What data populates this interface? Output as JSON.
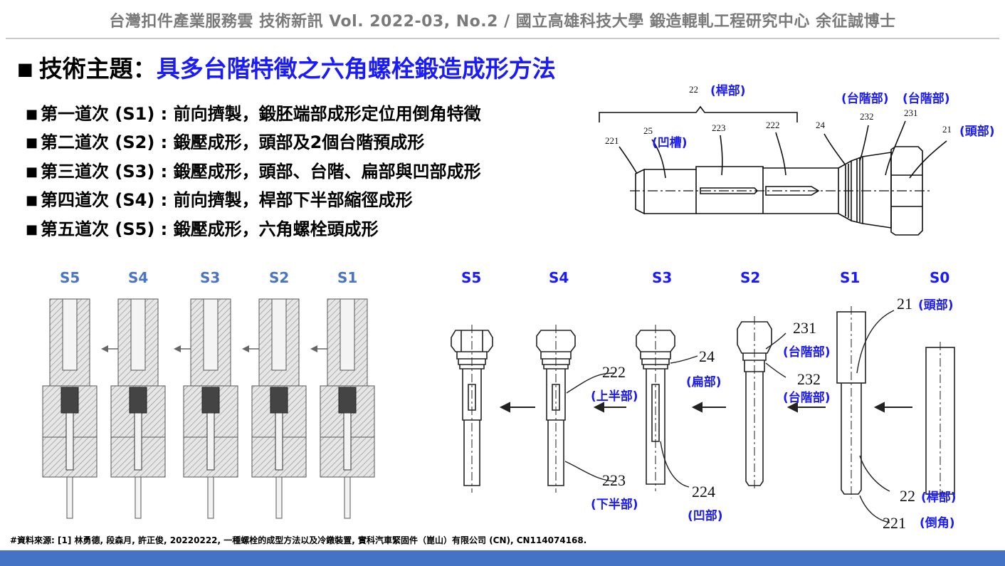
{
  "header": {
    "text": "台灣扣件產業服務雲 技術新訊 Vol. 2022-03, No.2  /  國立高雄科技大學  鍛造輥軋工程研究中心  余征誠博士"
  },
  "topic": {
    "bullet": "■",
    "prefix": "技術主題：",
    "title": "具多台階特徵之六角螺栓鍛造成形方法"
  },
  "steps": [
    {
      "bullet": "■",
      "text": "第一道次 (S1) : 前向擠製，鍛胚端部成形定位用倒角特徵"
    },
    {
      "bullet": "■",
      "text": "第二道次 (S2) : 鍛壓成形，頭部及2個台階預成形"
    },
    {
      "bullet": "■",
      "text": "第三道次 (S3) : 鍛壓成形，頭部、台階、扁部與凹部成形"
    },
    {
      "bullet": "■",
      "text": "第四道次 (S4) : 前向擠製，桿部下半部縮徑成形"
    },
    {
      "bullet": "■",
      "text": "第五道次 (S5) : 鍛壓成形，六角螺栓頭成形"
    }
  ],
  "bolt_diagram": {
    "labels_blue": {
      "shank": "(桿部)",
      "step1": "(台階部)",
      "step2": "(台階部)",
      "groove": "(凹槽)",
      "head": "(頭部)"
    },
    "numbers": {
      "n22": "22",
      "n221": "221",
      "n25": "25",
      "n223": "223",
      "n222": "222",
      "n24": "24",
      "n232": "232",
      "n231": "231",
      "n21": "21"
    }
  },
  "die_stages": [
    "S5",
    "S4",
    "S3",
    "S2",
    "S1"
  ],
  "part_stages": [
    "S5",
    "S4",
    "S3",
    "S2",
    "S1",
    "S0"
  ],
  "part_labels": {
    "n21": "21",
    "head": "(頭部)",
    "n231": "231",
    "step1": "(台階部)",
    "n232": "232",
    "step2": "(台階部)",
    "n24": "24",
    "flat": "(扁部)",
    "n222": "222",
    "upper": "(上半部)",
    "n223": "223",
    "lower": "(下半部)",
    "n224": "224",
    "recess": "(凹部)",
    "n22": "22",
    "shank": "(桿部)",
    "n221": "221",
    "chamfer": "(倒角)"
  },
  "footnote": "#資料來源: [1] 林勇德, 段森月, 許正俊, 20220222, 一種螺栓的成型方法以及冷鐓裝置, 實科汽車緊固件（崑山）有限公司 (CN), CN114074168.",
  "colors": {
    "accent_blue": "#1a1aff",
    "stage_blue_left": "#4a74c4",
    "header_gray": "#7a7a7a",
    "footer_bar": "#4472c4"
  }
}
